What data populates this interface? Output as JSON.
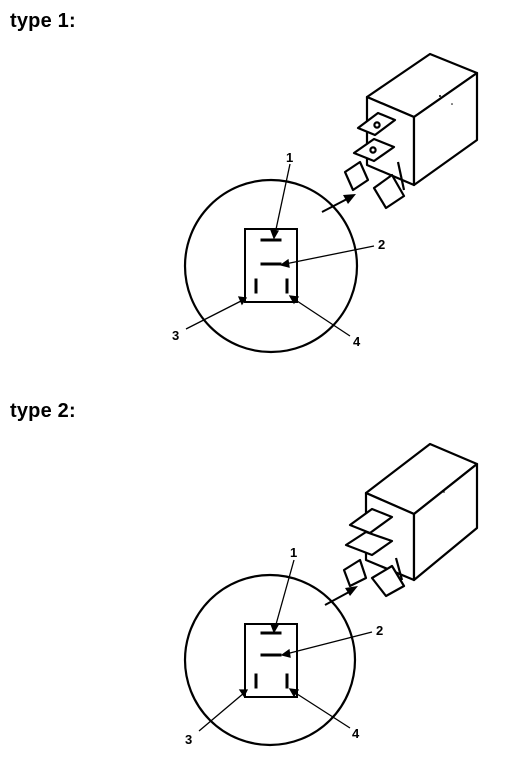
{
  "diagrams": [
    {
      "title": "type 1:",
      "callouts": [
        "1",
        "2",
        "3",
        "4"
      ]
    },
    {
      "title": "type 2:",
      "callouts": [
        "1",
        "2",
        "3",
        "4"
      ]
    }
  ]
}
